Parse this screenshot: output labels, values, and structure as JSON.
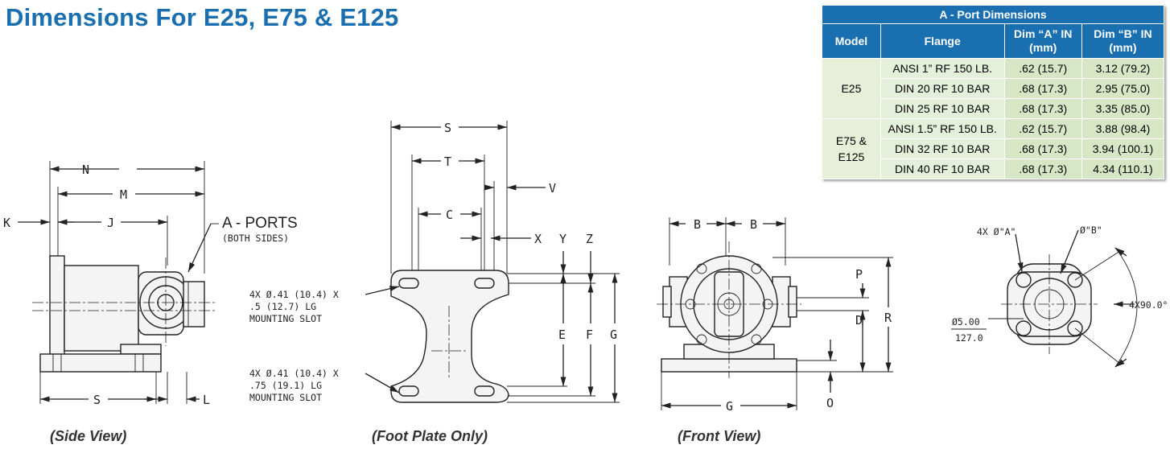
{
  "title": "Dimensions For E25, E75 & E125",
  "captions": {
    "side": "(Side View)",
    "foot": "(Foot Plate Only)",
    "front": "(Front View)"
  },
  "dims": {
    "N": "N",
    "M": "M",
    "K": "K",
    "J": "J",
    "S": "S",
    "L": "L",
    "T": "T",
    "V": "V",
    "C": "C",
    "X": "X",
    "Y": "Y",
    "Z": "Z",
    "E": "E",
    "F": "F",
    "G": "G",
    "B": "B",
    "P": "P",
    "R": "R",
    "D": "D",
    "O": "O"
  },
  "notes": {
    "ports_1": "A - PORTS",
    "ports_2": "(BOTH SIDES)",
    "slot1_1": "4X Ø.41 (10.4) X",
    "slot1_2": ".5 (12.7) LG",
    "slot1_3": "MOUNTING SLOT",
    "slot2_1": "4X Ø.41 (10.4) X",
    "slot2_2": ".75 (19.1) LG",
    "slot2_3": "MOUNTING SLOT",
    "flange_a": "4X  Ø\"A\"",
    "flange_b": "Ø\"B\"",
    "flange_angle": "4X90.0°",
    "flange_dia_in": "Ø5.00",
    "flange_dia_mm": "127.0"
  },
  "table": {
    "title": "A - Port Dimensions",
    "headers": [
      "Model",
      "Flange",
      "Dim “A” IN (mm)",
      "Dim “B” IN (mm)"
    ],
    "groups": [
      {
        "model": "E25",
        "rows": [
          {
            "flange": "ANSI 1” RF 150 LB.",
            "a": ".62 (15.7)",
            "b": "3.12 (79.2)"
          },
          {
            "flange": "DIN 20 RF 10 BAR",
            "a": ".68 (17.3)",
            "b": "2.95 (75.0)"
          },
          {
            "flange": "DIN 25 RF 10 BAR",
            "a": ".68 (17.3)",
            "b": "3.35 (85.0)"
          }
        ]
      },
      {
        "model": "E75 & E125",
        "rows": [
          {
            "flange": "ANSI 1.5” RF 150 LB.",
            "a": ".62 (15.7)",
            "b": "3.88 (98.4)"
          },
          {
            "flange": "DIN 32 RF 10 BAR",
            "a": ".68 (17.3)",
            "b": "3.94 (100.1)"
          },
          {
            "flange": "DIN 40 RF 10 BAR",
            "a": ".68 (17.3)",
            "b": "4.34 (110.1)"
          }
        ]
      }
    ]
  }
}
